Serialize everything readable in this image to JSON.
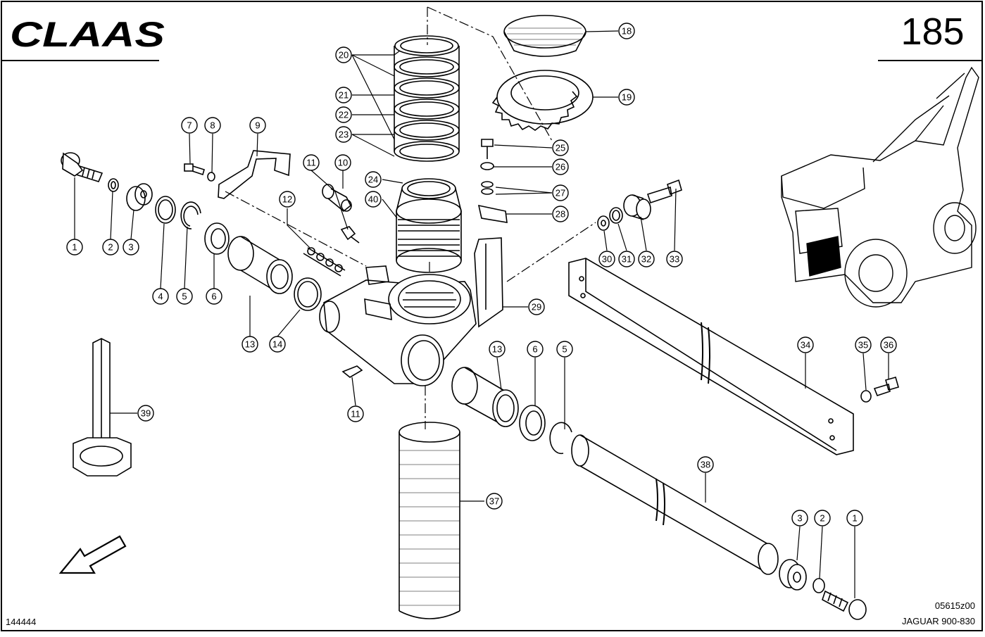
{
  "header": {
    "brand": "CLAAS",
    "page_number": "185"
  },
  "footer": {
    "doc_id": "144444",
    "drawing_code": "05615z00",
    "model": "JAGUAR 900-830"
  },
  "callouts": [
    {
      "n": "1"
    },
    {
      "n": "2"
    },
    {
      "n": "3"
    },
    {
      "n": "4"
    },
    {
      "n": "5"
    },
    {
      "n": "6"
    },
    {
      "n": "7"
    },
    {
      "n": "8"
    },
    {
      "n": "9"
    },
    {
      "n": "10"
    },
    {
      "n": "11"
    },
    {
      "n": "12"
    },
    {
      "n": "13"
    },
    {
      "n": "14"
    },
    {
      "n": "13"
    },
    {
      "n": "6"
    },
    {
      "n": "5"
    },
    {
      "n": "11"
    },
    {
      "n": "18"
    },
    {
      "n": "19"
    },
    {
      "n": "20"
    },
    {
      "n": "21"
    },
    {
      "n": "22"
    },
    {
      "n": "23"
    },
    {
      "n": "24"
    },
    {
      "n": "40"
    },
    {
      "n": "25"
    },
    {
      "n": "26"
    },
    {
      "n": "27"
    },
    {
      "n": "28"
    },
    {
      "n": "29"
    },
    {
      "n": "30"
    },
    {
      "n": "31"
    },
    {
      "n": "32"
    },
    {
      "n": "33"
    },
    {
      "n": "34"
    },
    {
      "n": "35"
    },
    {
      "n": "36"
    },
    {
      "n": "37"
    },
    {
      "n": "38"
    },
    {
      "n": "39"
    },
    {
      "n": "3"
    },
    {
      "n": "2"
    },
    {
      "n": "1"
    }
  ]
}
